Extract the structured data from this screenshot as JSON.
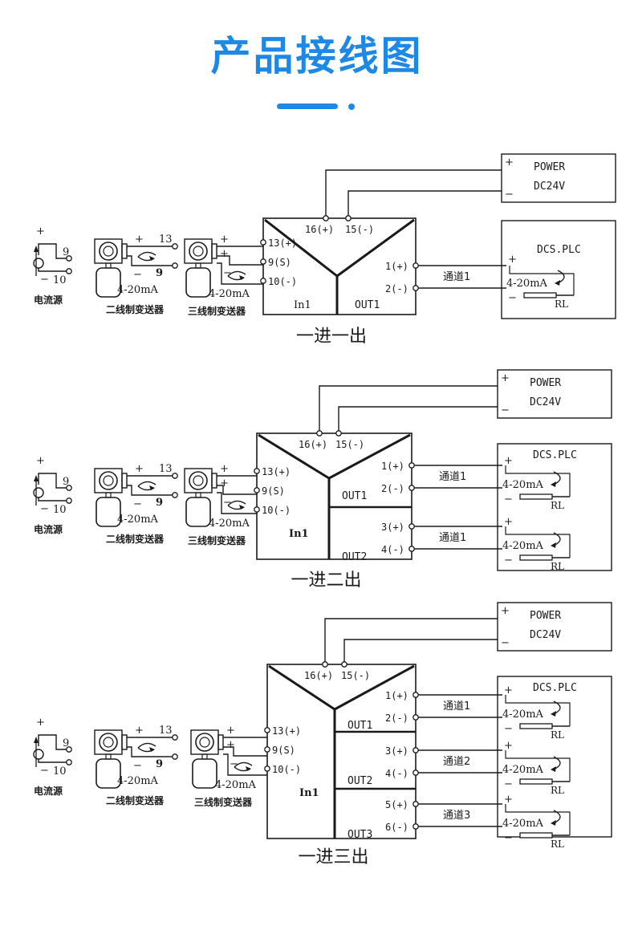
{
  "title": "产品接线图",
  "labels": {
    "current_source": "电流源",
    "two_wire": "二线制变送器",
    "three_wire": "三线制变送器",
    "ma": "4-20mA",
    "plus": "+",
    "minus": "−",
    "t13": "13",
    "t9": "9",
    "t10": "10",
    "in13": "13(+)",
    "in9": "9(S)",
    "in10": "10(-)",
    "in1": "In1",
    "p16": "16(+)",
    "p15": "15(-)",
    "power": "POWER",
    "dc24v": "DC24V",
    "dcs": "DCS.PLC",
    "rl": "RL"
  },
  "sections": [
    {
      "caption": "一进一出",
      "outputs": [
        {
          "out": "OUT1",
          "pos": "1(+)",
          "neg": "2(-)",
          "channel": "通道1"
        }
      ]
    },
    {
      "caption": "一进二出",
      "outputs": [
        {
          "out": "OUT1",
          "pos": "1(+)",
          "neg": "2(-)",
          "channel": "通道1"
        },
        {
          "out": "OUT2",
          "pos": "3(+)",
          "neg": "4(-)",
          "channel": "通道1"
        }
      ]
    },
    {
      "caption": "一进三出",
      "outputs": [
        {
          "out": "OUT1",
          "pos": "1(+)",
          "neg": "2(-)",
          "channel": "通道1"
        },
        {
          "out": "OUT2",
          "pos": "3(+)",
          "neg": "4(-)",
          "channel": "通道2"
        },
        {
          "out": "OUT3",
          "pos": "5(+)",
          "neg": "6(-)",
          "channel": "通道3"
        }
      ]
    }
  ]
}
